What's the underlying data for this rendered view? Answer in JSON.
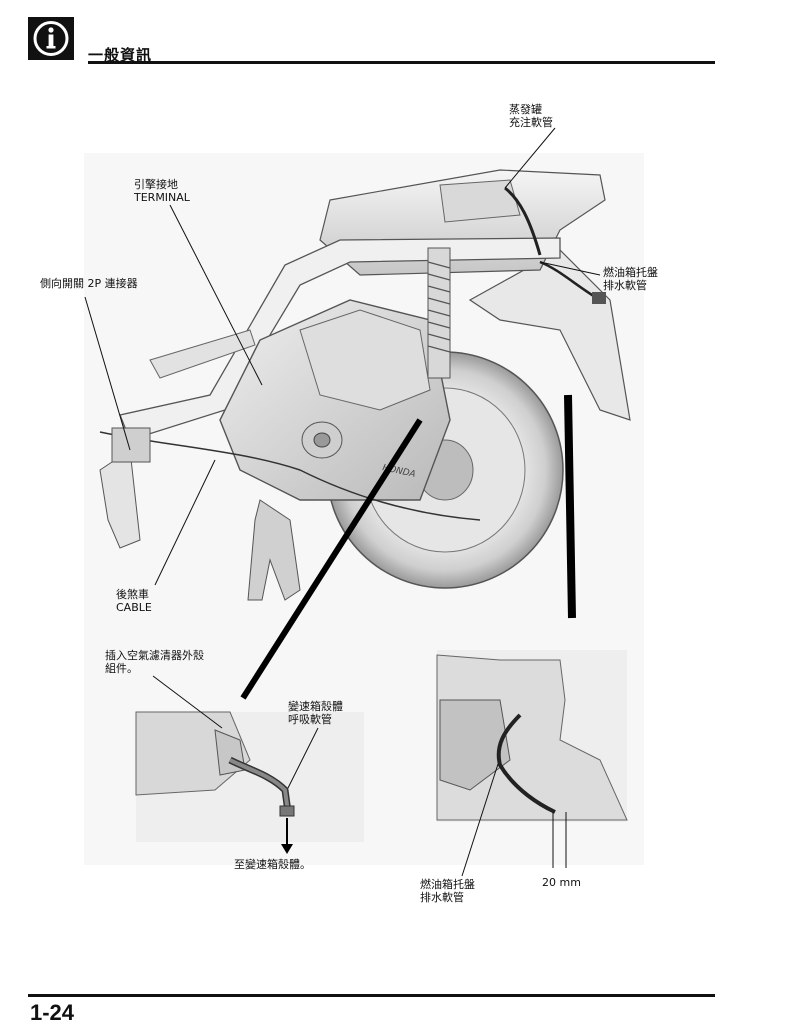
{
  "header": {
    "section_title": "一般資訊",
    "info_icon": "info-icon"
  },
  "labels": {
    "evap_hose": "蒸發罐\n充注軟管",
    "engine_ground": "引擎接地\nTERMINAL",
    "side_stand_connector": "側向開關 2P 連接器",
    "fuel_tray_drain_top": "燃油箱托盤\n排水軟管",
    "rear_brake_cable": "後煞車\nCABLE",
    "insert_aircleaner": "插入空氣濾清器外殼\n組件。",
    "breather_hose": "變速箱殼體\n呼吸軟管",
    "to_transmission": "至變速箱殼體。",
    "fuel_tray_drain_bottom": "燃油箱托盤\n排水軟管",
    "dimension": "20 mm"
  },
  "illustration": {
    "brand_mark": "HONDA"
  },
  "footer": {
    "page_number": "1-24"
  }
}
